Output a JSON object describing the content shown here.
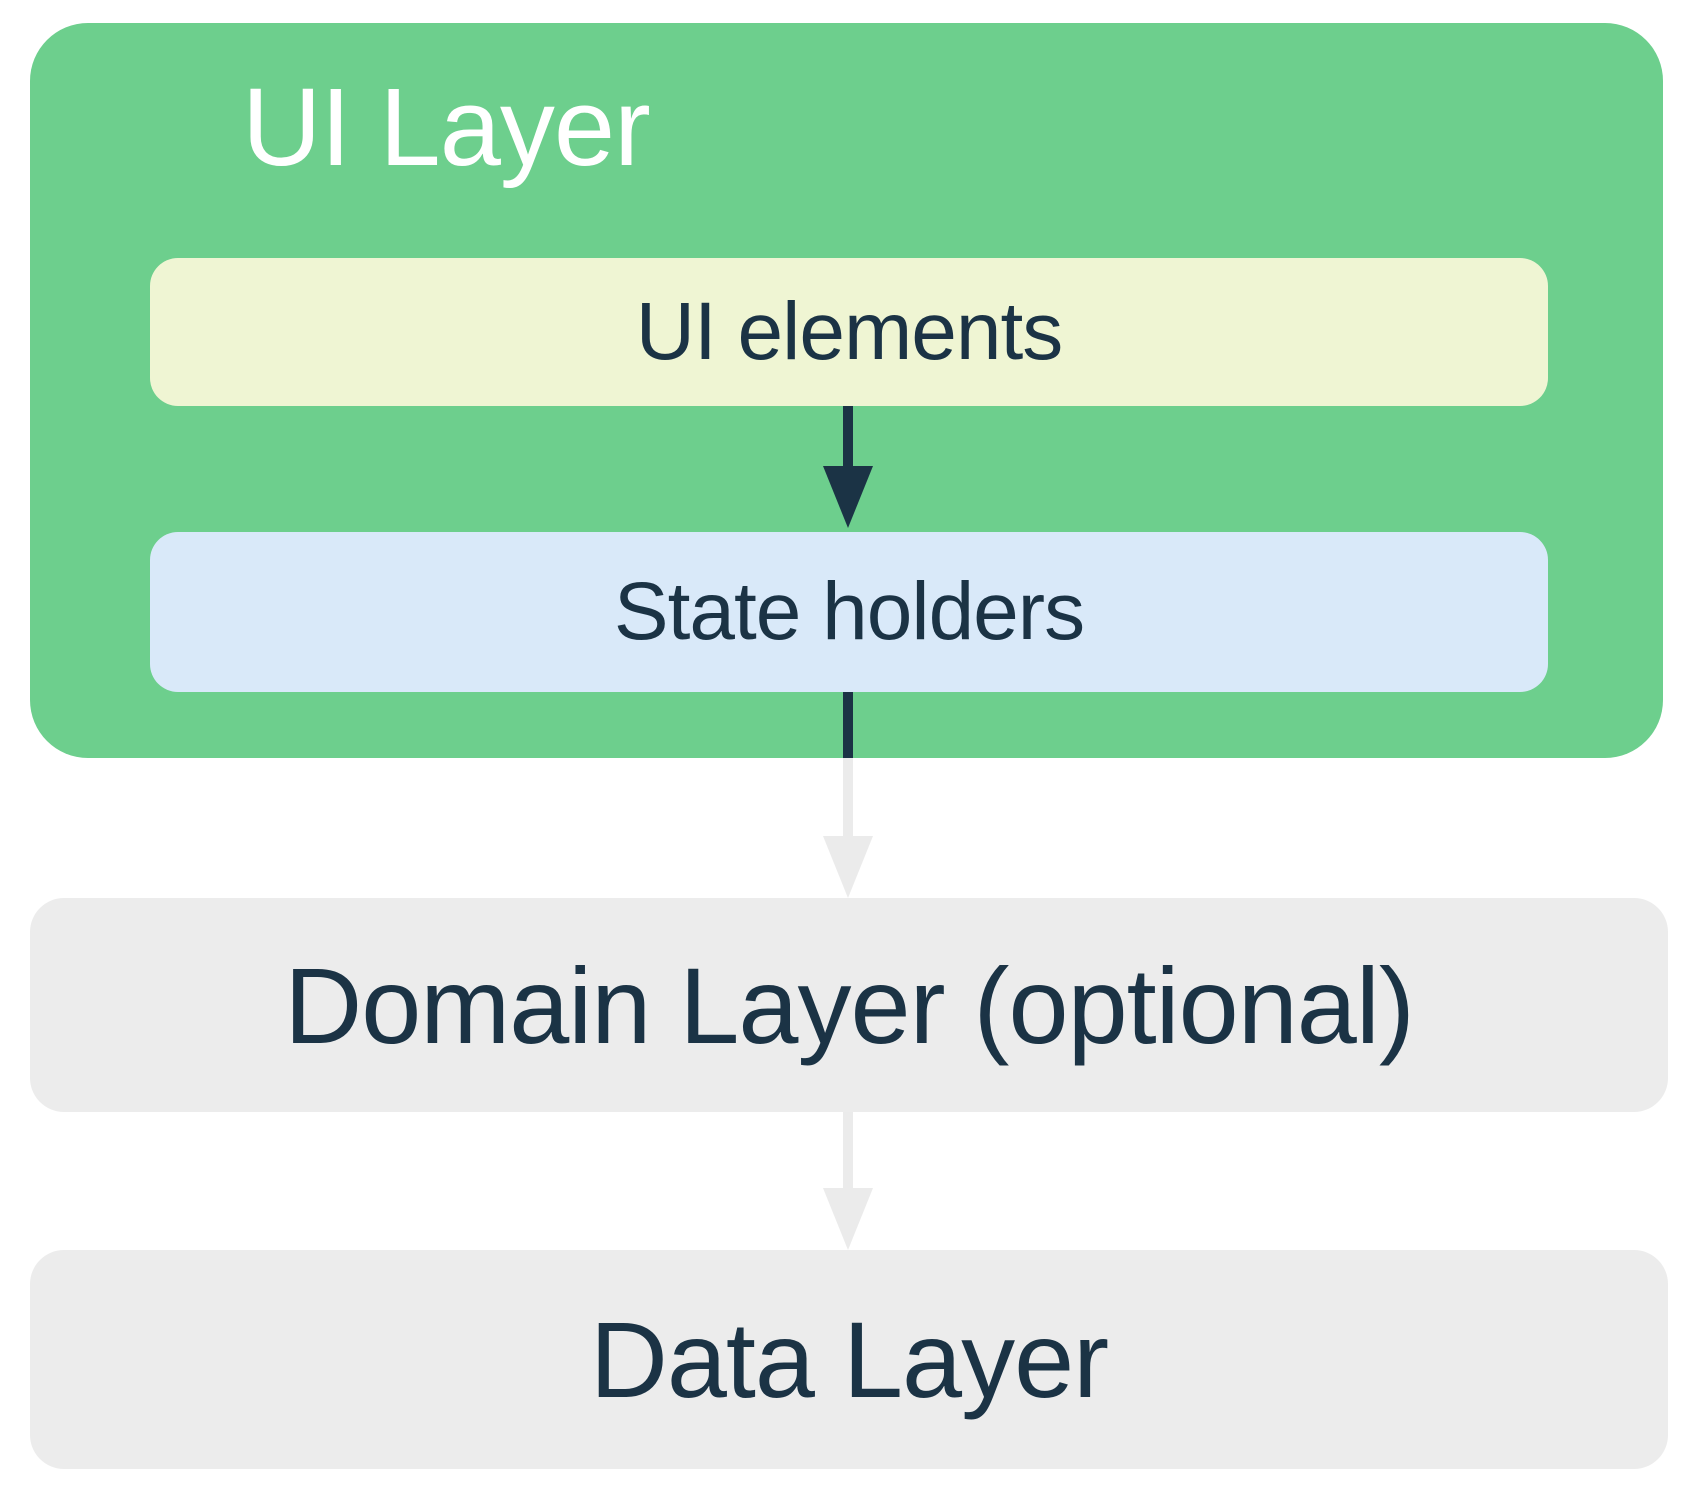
{
  "colors": {
    "page-bg": "#ffffff",
    "ui-layer-bg": "#6dcf8d",
    "ui-elements-bg": "#eff5d3",
    "state-holders-bg": "#d9e9f9",
    "layer-box-bg": "#ececec",
    "arrow-light": "#ebebeb",
    "text-dark": "#1b3345",
    "text-light": "#ffffff"
  },
  "layers": {
    "ui": {
      "title": "UI Layer",
      "children": [
        {
          "label": "UI elements"
        },
        {
          "label": "State holders"
        }
      ]
    },
    "domain": {
      "title": "Domain Layer (optional)"
    },
    "data": {
      "title": "Data Layer"
    }
  }
}
